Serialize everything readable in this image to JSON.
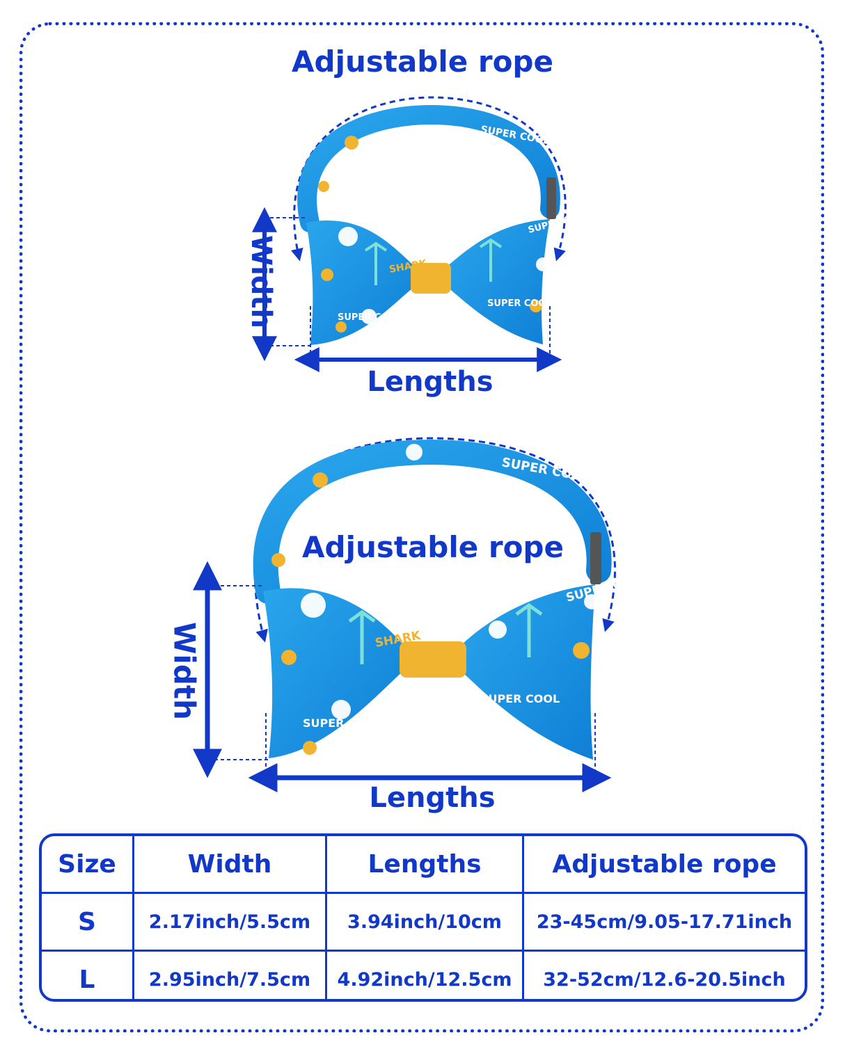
{
  "diagram": {
    "small": {
      "rope_label": "Adjustable rope",
      "width_label": "Width",
      "lengths_label": "Lengths"
    },
    "large": {
      "rope_label": "Adjustable rope",
      "width_label": "Width",
      "lengths_label": "Lengths"
    },
    "print_text": [
      "SUPER COOL",
      "SHARK"
    ],
    "colors": {
      "accent": "#1238c8",
      "fabric": "#1e96e0",
      "pattern_gold": "#f0b430"
    }
  },
  "table": {
    "headers": [
      "Size",
      "Width",
      "Lengths",
      "Adjustable rope"
    ],
    "rows": [
      {
        "size": "S",
        "width": "2.17inch/5.5cm",
        "lengths": "3.94inch/10cm",
        "rope": "23-45cm/9.05-17.71inch"
      },
      {
        "size": "L",
        "width": "2.95inch/7.5cm",
        "lengths": "4.92inch/12.5cm",
        "rope": "32-52cm/12.6-20.5inch"
      }
    ]
  }
}
